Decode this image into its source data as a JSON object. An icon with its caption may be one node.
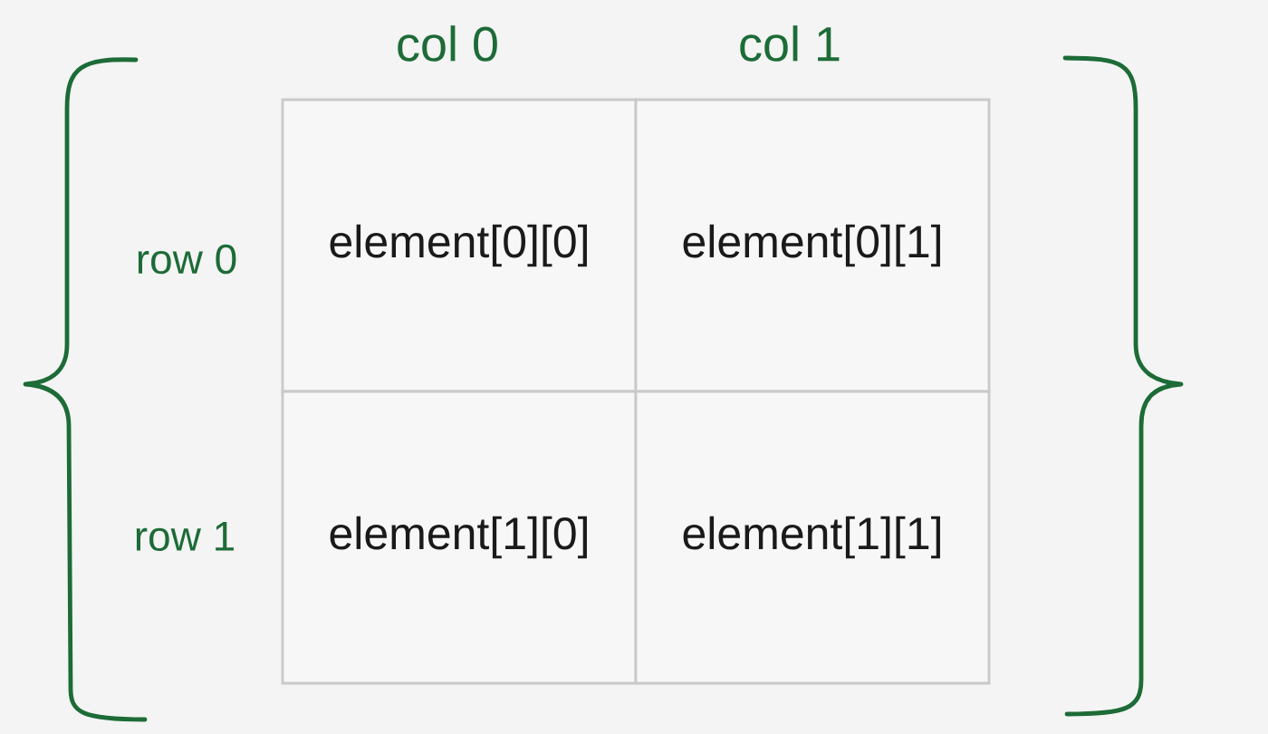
{
  "diagram": {
    "nodes": [
      {
        "text": [
          "element[0][0]"
        ]
      },
      {
        "text": [
          "element[0][1]"
        ]
      },
      {
        "text": [
          "element[1][0]"
        ]
      },
      {
        "text": [
          "element[1][1]"
        ]
      }
    ],
    "labels": [
      "col 0",
      "col 1",
      "row 0",
      "row 1"
    ]
  }
}
